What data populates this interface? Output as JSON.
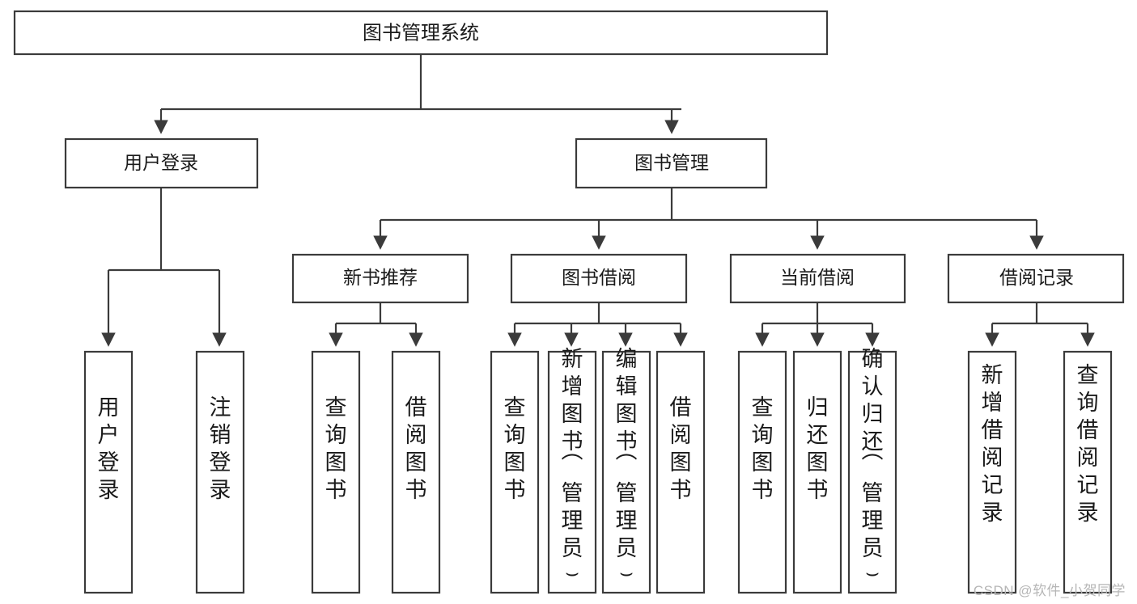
{
  "diagram": {
    "type": "tree",
    "title": "图书管理系统",
    "watermark": "CSDN @软件_小贺同学",
    "colors": {
      "stroke": "#3b3b3b",
      "fill": "#ffffff",
      "text": "#1a1a1a",
      "watermark": "#b6b6b6"
    },
    "levels": {
      "root": {
        "label": "图书管理系统"
      },
      "level2": [
        {
          "id": "user-login",
          "label": "用户登录"
        },
        {
          "id": "book-manage",
          "label": "图书管理"
        }
      ],
      "level3": [
        {
          "id": "new-book-recommend",
          "label": "新书推荐",
          "parent": "book-manage"
        },
        {
          "id": "book-borrow",
          "label": "图书借阅",
          "parent": "book-manage"
        },
        {
          "id": "current-borrow",
          "label": "当前借阅",
          "parent": "book-manage"
        },
        {
          "id": "borrow-record",
          "label": "借阅记录",
          "parent": "book-manage"
        }
      ],
      "leaves": [
        {
          "id": "leaf-user-login",
          "label": "用户登录",
          "parent": "user-login"
        },
        {
          "id": "leaf-logout-login",
          "label": "注销登录",
          "parent": "user-login"
        },
        {
          "id": "leaf-query-book-1",
          "label": "查询图书",
          "parent": "new-book-recommend"
        },
        {
          "id": "leaf-borrow-book-1",
          "label": "借阅图书",
          "parent": "new-book-recommend"
        },
        {
          "id": "leaf-query-book-2",
          "label": "查询图书",
          "parent": "book-borrow"
        },
        {
          "id": "leaf-add-book",
          "label": "新增图书（管理员）",
          "parent": "book-borrow"
        },
        {
          "id": "leaf-edit-book",
          "label": "编辑图书（管理员）",
          "parent": "book-borrow"
        },
        {
          "id": "leaf-borrow-book-2",
          "label": "借阅图书",
          "parent": "book-borrow"
        },
        {
          "id": "leaf-query-book-3",
          "label": "查询图书",
          "parent": "current-borrow"
        },
        {
          "id": "leaf-return-book",
          "label": "归还图书",
          "parent": "current-borrow"
        },
        {
          "id": "leaf-confirm-return",
          "label": "确认归还（管理员）",
          "parent": "current-borrow"
        },
        {
          "id": "leaf-add-record",
          "label": "新增借阅记录",
          "parent": "borrow-record"
        },
        {
          "id": "leaf-query-record",
          "label": "查询借阅记录",
          "parent": "borrow-record"
        }
      ]
    }
  }
}
